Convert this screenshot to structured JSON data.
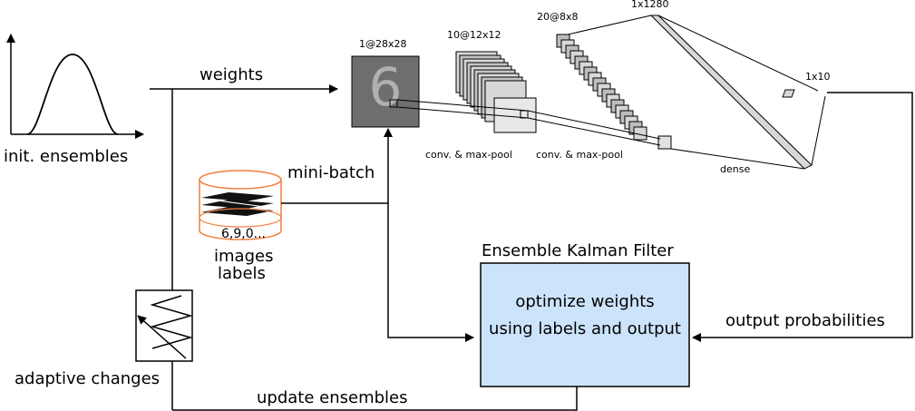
{
  "distribution": {
    "label": "init. ensembles"
  },
  "arrows": {
    "weights": "weights",
    "mini_batch": "mini-batch",
    "output_probabilities": "output probabilities",
    "update_ensembles": "update ensembles"
  },
  "dataset": {
    "digits": "6,9,0...",
    "label_line1": "images",
    "label_line2": "labels",
    "color": "#f07f3c"
  },
  "adaptive": {
    "label": "adaptive changes"
  },
  "enkf": {
    "title": "Ensemble Kalman Filter",
    "line1": "optimize weights",
    "line2": "using labels and output",
    "fill": "#cce4fb"
  },
  "cnn": {
    "input_label": "1@28x28",
    "conv1_label": "10@12x12",
    "conv2_label": "20@8x8",
    "dense_label": "1x1280",
    "output_label": "1x10",
    "op1": "conv. & max-pool",
    "op2": "conv. & max-pool",
    "op3": "dense",
    "digit": "6"
  }
}
